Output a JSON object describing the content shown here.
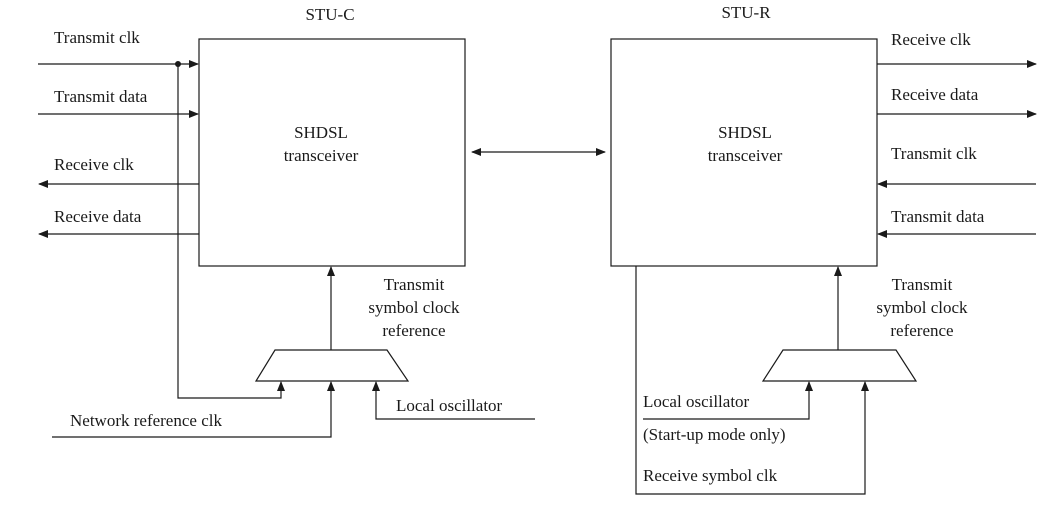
{
  "stu_c": {
    "title": "STU-C",
    "box_line1": "SHDSL",
    "box_line2": "transceiver",
    "transmit_clk": "Transmit clk",
    "transmit_data": "Transmit data",
    "receive_clk": "Receive clk",
    "receive_data": "Receive data",
    "tscr_line1": "Transmit",
    "tscr_line2": "symbol clock",
    "tscr_line3": "reference",
    "network_reference_clk": "Network reference clk",
    "local_oscillator": "Local oscillator"
  },
  "stu_r": {
    "title": "STU-R",
    "box_line1": "SHDSL",
    "box_line2": "transceiver",
    "receive_clk": "Receive clk",
    "receive_data": "Receive data",
    "transmit_clk": "Transmit clk",
    "transmit_data": "Transmit data",
    "tscr_line1": "Transmit",
    "tscr_line2": "symbol clock",
    "tscr_line3": "reference",
    "local_oscillator": "Local oscillator",
    "startup_note": "(Start-up mode only)",
    "receive_symbol_clk": "Receive symbol clk"
  }
}
